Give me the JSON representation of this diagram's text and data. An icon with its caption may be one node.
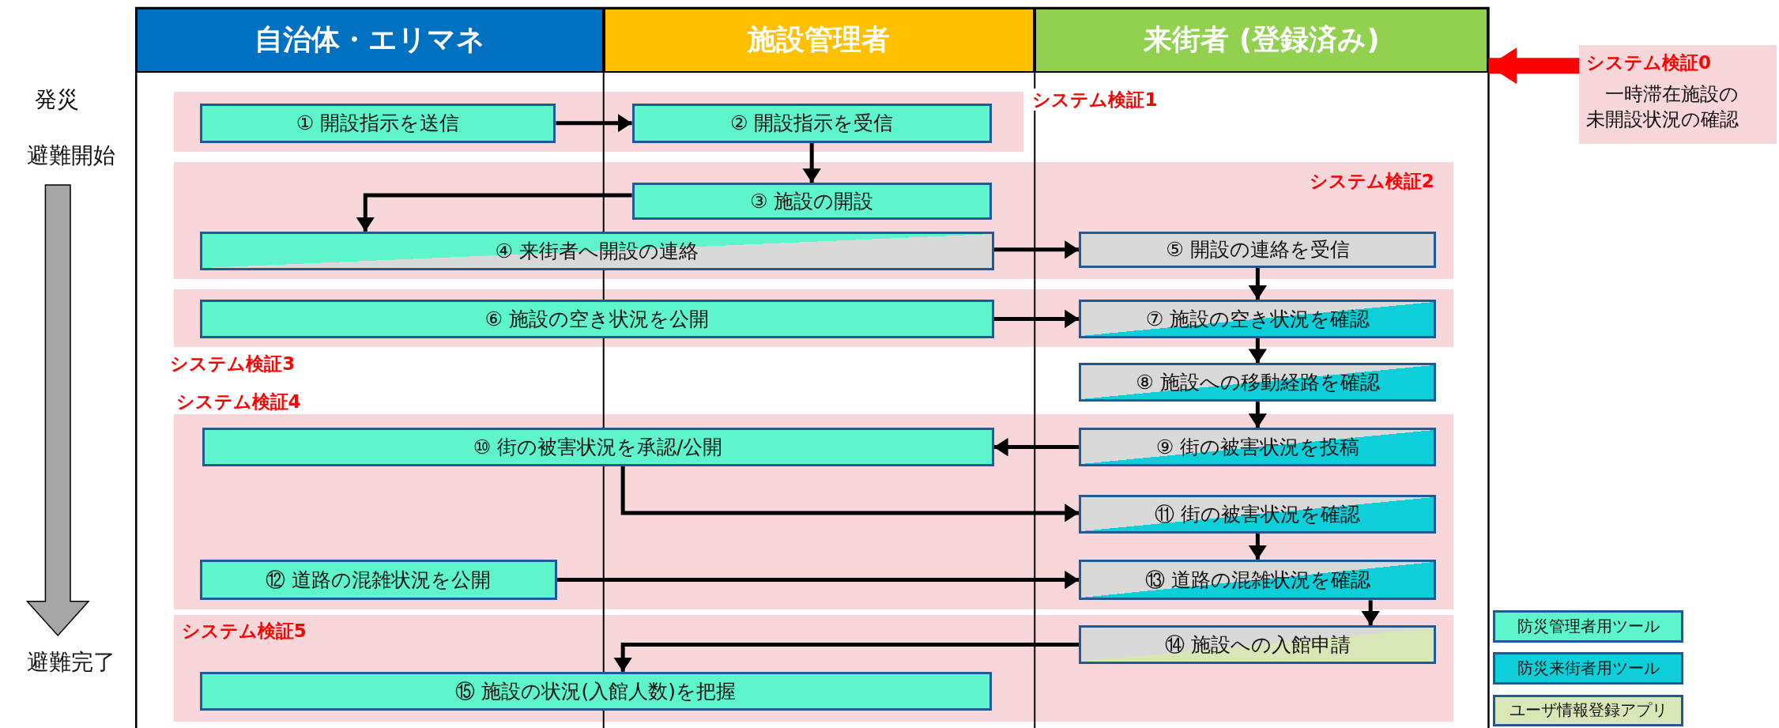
{
  "diagram": {
    "nodes": [
      {
        "text": [
          "自治体・エリマネ"
        ]
      },
      {
        "text": [
          "施設管理者"
        ]
      },
      {
        "text": [
          "来街者 (登録済み)"
        ]
      },
      {
        "text": [
          "システム検証0",
          "一時滞在施設の未開設状況の確認"
        ]
      },
      {
        "text": [
          "システム検証1"
        ]
      },
      {
        "text": [
          "① 開設指示を送信"
        ],
        "in": 4
      },
      {
        "text": [
          "② 開設指示を受信"
        ],
        "in": 4
      },
      {
        "text": [
          "システム検証2"
        ]
      },
      {
        "text": [
          "③ 施設の開設"
        ],
        "in": 7
      },
      {
        "text": [
          "④ 来街者へ開設の連絡"
        ],
        "in": 7
      },
      {
        "text": [
          "⑤ 開設の連絡を受信"
        ],
        "in": 7
      },
      {
        "text": [
          "システム検証3"
        ]
      },
      {
        "text": [
          "⑥ 施設の空き状況を公開"
        ],
        "in": 11
      },
      {
        "text": [
          "⑦ 施設の空き状況を確認"
        ],
        "in": 11
      },
      {
        "text": [
          "⑧ 施設への移動経路を確認"
        ]
      },
      {
        "text": [
          "システム検証4"
        ]
      },
      {
        "text": [
          "⑨ 街の被害状況を投稿"
        ],
        "in": 15
      },
      {
        "text": [
          "⑩ 街の被害状況を承認/公開"
        ],
        "in": 15
      },
      {
        "text": [
          "⑪ 街の被害状況を確認"
        ],
        "in": 15
      },
      {
        "text": [
          "⑫ 道路の混雑状況を公開"
        ],
        "in": 15
      },
      {
        "text": [
          "⑬ 道路の混雑状況を確認"
        ],
        "in": 15
      },
      {
        "text": [
          "システム検証5"
        ]
      },
      {
        "text": [
          "⑭ 施設への入館申請"
        ],
        "in": 21
      },
      {
        "text": [
          "⑮ 施設の状況(入館人数)を把握"
        ],
        "in": 21
      }
    ],
    "edges": [
      {
        "from": 5,
        "to": 6,
        "arrow": "to"
      },
      {
        "from": 6,
        "to": 8,
        "arrow": "to"
      },
      {
        "from": 8,
        "to": 9,
        "arrow": "to"
      },
      {
        "from": 9,
        "to": 10,
        "arrow": "to"
      },
      {
        "from": 10,
        "to": 13,
        "arrow": "to"
      },
      {
        "from": 12,
        "to": 13,
        "arrow": "to"
      },
      {
        "from": 13,
        "to": 14,
        "arrow": "to"
      },
      {
        "from": 14,
        "to": 16,
        "arrow": "to"
      },
      {
        "from": 16,
        "to": 17,
        "arrow": "to"
      },
      {
        "from": 17,
        "to": 18,
        "arrow": "to"
      },
      {
        "from": 18,
        "to": 20,
        "arrow": "to"
      },
      {
        "from": 19,
        "to": 20,
        "arrow": "to"
      },
      {
        "from": 20,
        "to": 22,
        "arrow": "to"
      },
      {
        "from": 22,
        "to": 23,
        "arrow": "to"
      },
      {
        "from": 3,
        "to": 2,
        "arrow": "to",
        "style": "thick",
        "color": "#ff0000"
      }
    ],
    "labels": [
      "発災",
      "避難開始",
      "避難完了"
    ],
    "legend": [
      {
        "text": "防災管理者用ツール",
        "color": "#5ef5cc"
      },
      {
        "text": "防災来街者用ツール",
        "color": "#0ccfd9"
      },
      {
        "text": "ユーザ情報登録アプリ",
        "color": "#d9e6b5"
      }
    ]
  }
}
